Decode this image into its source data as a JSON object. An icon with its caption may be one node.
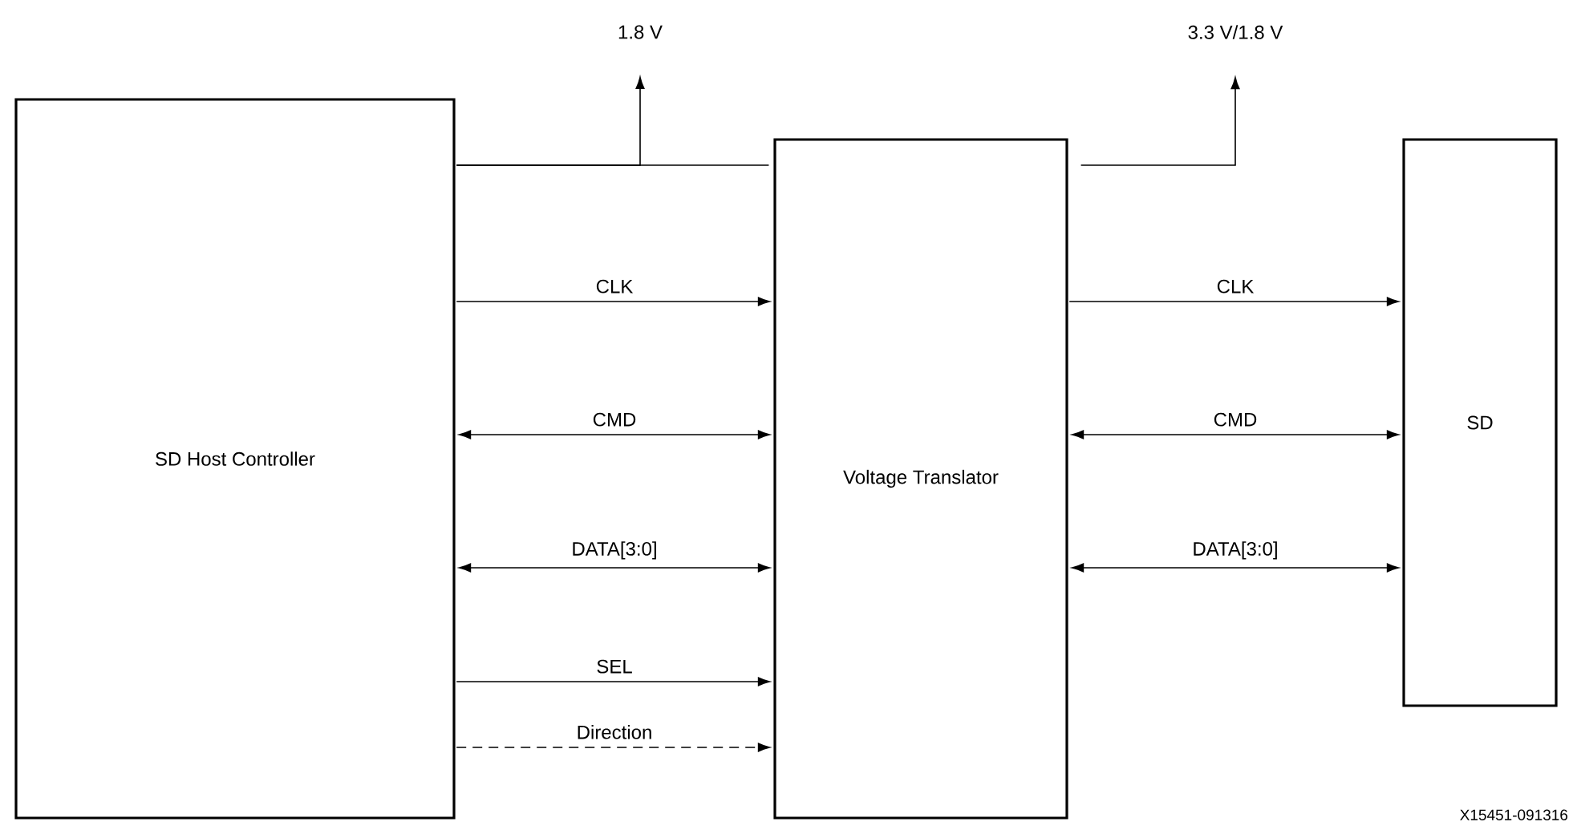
{
  "diagram": {
    "nodes": [
      {
        "text": [
          "SD Host Controller"
        ]
      },
      {
        "text": [
          "Voltage Translator"
        ]
      },
      {
        "text": [
          "SD"
        ]
      },
      {
        "text": [
          "1.8 V"
        ]
      },
      {
        "text": [
          "3.3 V/1.8 V"
        ]
      }
    ],
    "edges": [
      {
        "from": 0,
        "to": 3,
        "arrow": "to"
      },
      {
        "from": 0,
        "to": 1,
        "arrow": "none"
      },
      {
        "from": 1,
        "to": 4,
        "arrow": "to"
      },
      {
        "from": 0,
        "to": 1,
        "label": "CLK",
        "arrow": "to"
      },
      {
        "from": 0,
        "to": 1,
        "label": "CMD",
        "arrow": "both"
      },
      {
        "from": 0,
        "to": 1,
        "label": "DATA[3:0]",
        "arrow": "both"
      },
      {
        "from": 0,
        "to": 1,
        "label": "SEL",
        "arrow": "to"
      },
      {
        "from": 0,
        "to": 1,
        "label": "Direction",
        "arrow": "to",
        "style": "dashed"
      },
      {
        "from": 1,
        "to": 2,
        "label": "CLK",
        "arrow": "to"
      },
      {
        "from": 1,
        "to": 2,
        "label": "CMD",
        "arrow": "both"
      },
      {
        "from": 1,
        "to": 2,
        "label": "DATA[3:0]",
        "arrow": "both"
      }
    ],
    "labels": [
      "X15451-091316"
    ]
  }
}
